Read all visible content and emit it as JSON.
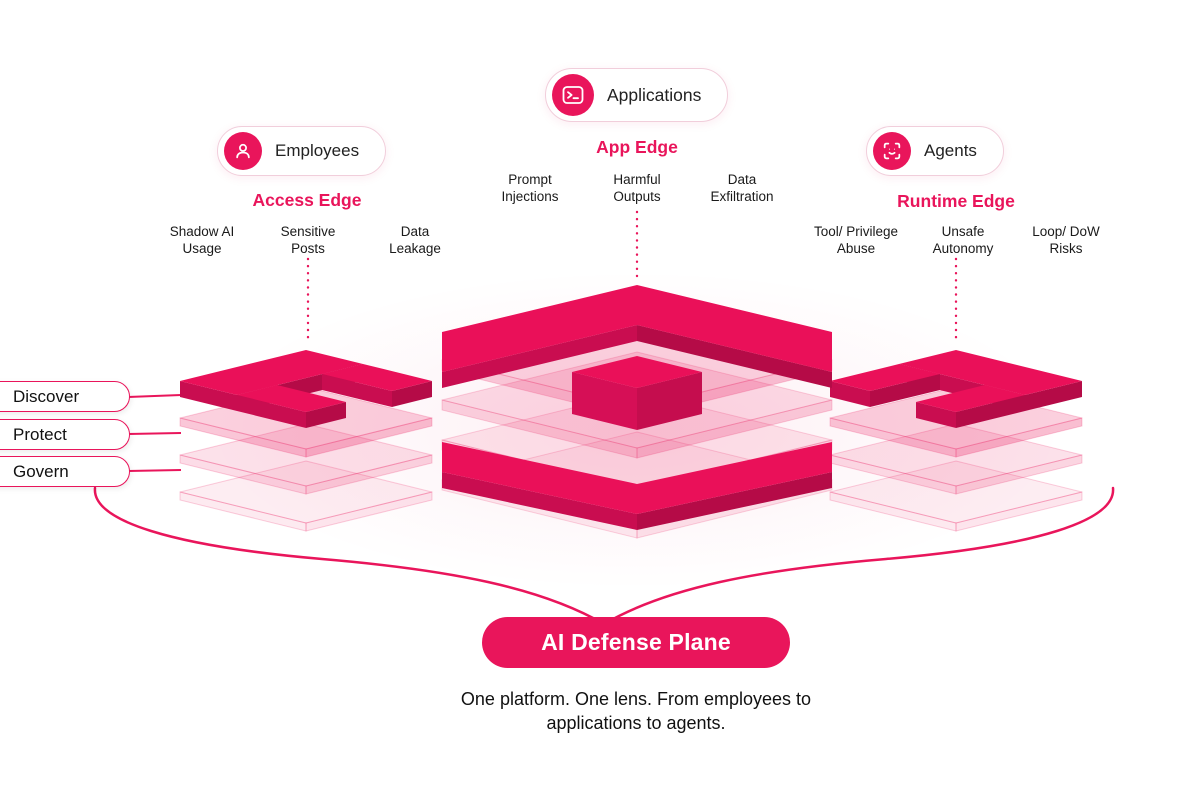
{
  "colors": {
    "primary": "#E9155B",
    "primary_dark": "#BE0C4B",
    "layer_translucent": "rgba(233,21,91,0.15)",
    "text_dark": "#1a1a1a"
  },
  "badges": {
    "applications": {
      "label": "Applications",
      "icon": "terminal-icon"
    },
    "employees": {
      "label": "Employees",
      "icon": "person-icon"
    },
    "agents": {
      "label": "Agents",
      "icon": "face-scan-icon"
    }
  },
  "edges": {
    "access": {
      "title": "Access Edge",
      "risks": [
        "Shadow AI Usage",
        "Sensitive Posts",
        "Data Leakage"
      ]
    },
    "app": {
      "title": "App Edge",
      "risks": [
        "Prompt Injections",
        "Harmful Outputs",
        "Data Exfiltration"
      ]
    },
    "runtime": {
      "title": "Runtime Edge",
      "risks": [
        "Tool/ Privilege Abuse",
        "Unsafe Autonomy",
        "Loop/ DoW Risks"
      ]
    }
  },
  "capabilities": [
    "Discover",
    "Protect",
    "Govern"
  ],
  "plane": {
    "label": "AI Defense Plane",
    "caption": "One platform. One lens. From employees to applications to agents."
  }
}
